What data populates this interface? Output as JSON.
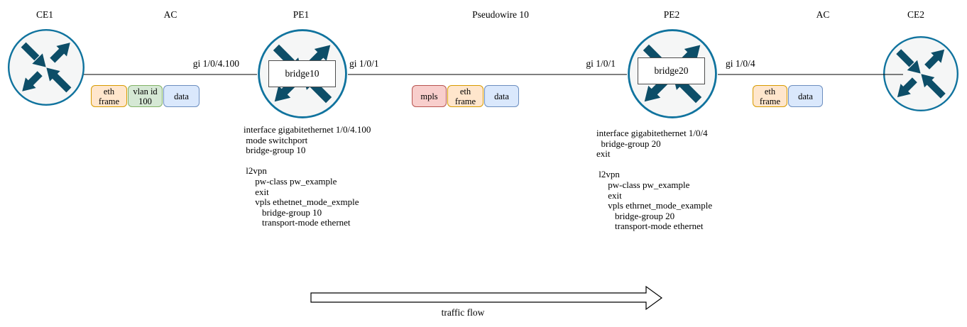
{
  "top_labels": {
    "ce1": "CE1",
    "ac_left": "AC",
    "pe1": "PE1",
    "pseudowire": "Pseudowire 10",
    "pe2": "PE2",
    "ac_right": "AC",
    "ce2": "CE2"
  },
  "interface_labels": {
    "ce1_pe1": "gi 1/0/4.100",
    "pe1_right": "gi 1/0/1",
    "pe2_left": "gi 1/0/1",
    "pe2_right": "gi 1/0/4"
  },
  "bridge_labels": {
    "pe1": "bridge10",
    "pe2": "bridge20"
  },
  "frames": {
    "left": {
      "eth": "eth\nframe",
      "vlan": "vlan id\n100",
      "data": "data"
    },
    "middle": {
      "mpls": "mpls",
      "eth": "eth\nframe",
      "data": "data"
    },
    "right": {
      "eth": "eth\nframe",
      "data": "data"
    }
  },
  "configs": {
    "pe1": "interface gigabitethernet 1/0/4.100\n mode switchport\n bridge-group 10\n\n l2vpn\n     pw-class pw_example\n     exit\n     vpls ethetnet_mode_exmple\n        bridge-group 10\n        transport-mode ethernet",
    "pe2": "interface gigabitethernet 1/0/4\n  bridge-group 20\nexit\n\n l2vpn\n     pw-class pw_example\n     exit\n     vpls ethrnet_mode_example\n        bridge-group 20\n        transport-mode ethernet"
  },
  "traffic_flow_label": "traffic flow",
  "colors": {
    "router_stroke": "#10739e",
    "router_arrow": "#0d4e68",
    "router_fill": "#f5f6f6",
    "link_line": "#000000",
    "frame_eth_fill": "#ffe6cc",
    "frame_eth_border": "#d79b00",
    "frame_vlan_fill": "#d5e8d4",
    "frame_vlan_border": "#82b366",
    "frame_data_fill": "#dae8fc",
    "frame_data_border": "#6c8ebf",
    "frame_mpls_fill": "#f8cecc",
    "frame_mpls_border": "#b85450"
  }
}
